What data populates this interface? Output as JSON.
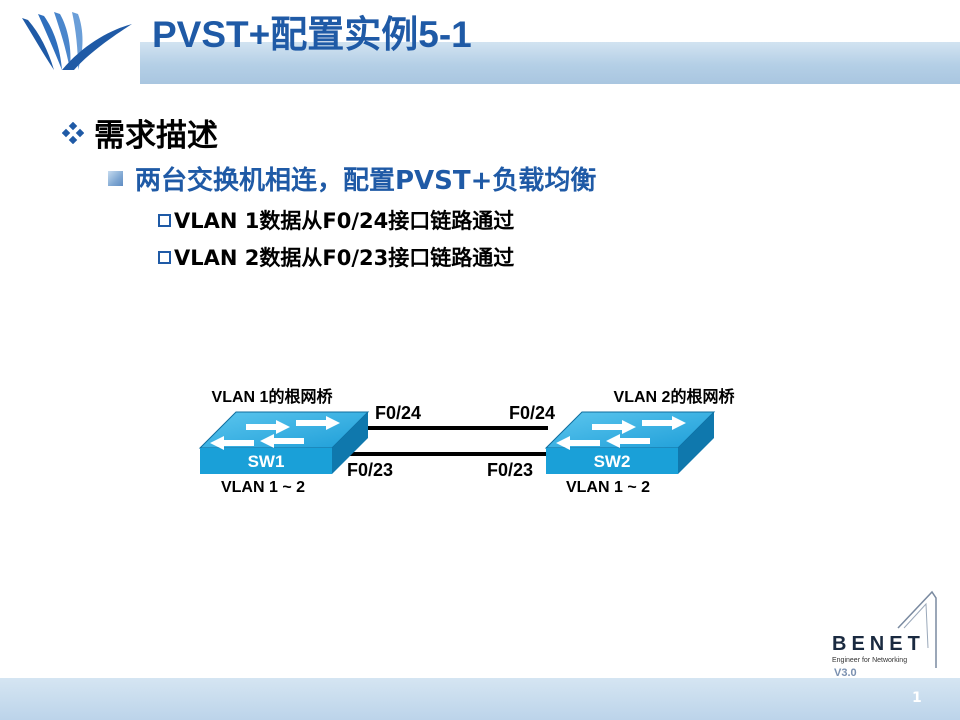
{
  "slide": {
    "title": "PVST+配置实例5-1",
    "page_number": "1"
  },
  "content": {
    "heading": "需求描述",
    "sub": "两台交换机相连，配置PVST+负载均衡",
    "items": [
      "VLAN 1数据从F0/24接口链路通过",
      "VLAN 2数据从F0/23接口链路通过"
    ]
  },
  "diagram": {
    "sw1": {
      "name": "SW1",
      "root_label": "VLAN 1的根网桥",
      "vlan_label": "VLAN 1 ~ 2"
    },
    "sw2": {
      "name": "SW2",
      "root_label": "VLAN 2的根网桥",
      "vlan_label": "VLAN 1 ~ 2"
    },
    "ports": {
      "sw1_upper": "F0/24",
      "sw1_lower": "F0/23",
      "sw2_upper": "F0/24",
      "sw2_lower": "F0/23"
    }
  },
  "branding": {
    "logo_text": "BENET",
    "tagline": "Engineer for Networking",
    "version": "V3.0"
  },
  "colors": {
    "title": "#1f5aa6",
    "switch": "#1aa0d8",
    "band": "#b4cfe6"
  }
}
